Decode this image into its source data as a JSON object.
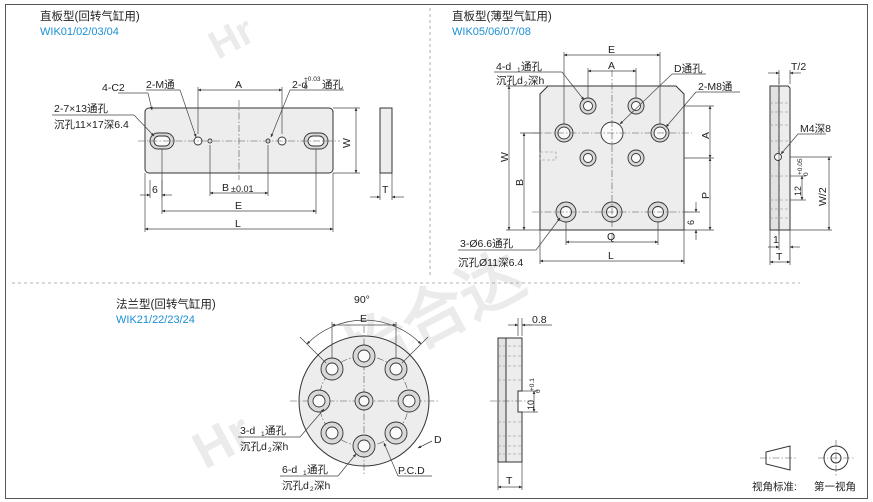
{
  "views": {
    "straight_rotary": {
      "title": "直板型(回转气缸用)",
      "codes": "WIK01/02/03/04",
      "labels": {
        "chamfer": "4-C2",
        "tap": "2-M通",
        "slot": "2-7×13通孔",
        "slot_cb": "沉孔11×17深6.4",
        "pin_hole": "2-d",
        "pin_hole_tail": "通孔",
        "tol_up": "+0.03",
        "tol_low": "0",
        "dim_a": "A",
        "dim_b": "B",
        "dim_b_tol": "±0.01",
        "dim_e": "E",
        "dim_l": "L",
        "dim_w": "W",
        "dim_t": "T",
        "dim_6": "6"
      }
    },
    "straight_thin": {
      "title": "直板型(薄型气缸用)",
      "codes": "WIK05/06/07/08",
      "labels": {
        "dim_e": "E",
        "dim_a": "A",
        "d_hole": "D通孔",
        "m8": "2-M8通",
        "d1": "4-d",
        "d1_sub": "1",
        "d1_tail": "通孔",
        "cb": "沉孔d",
        "cb_sub": "2",
        "cb_tail": "深h",
        "dim_w": "W",
        "dim_b": "B",
        "dim_p": "P",
        "dim_6": "6",
        "dim_q": "Q",
        "dim_l": "L",
        "h66": "3-Ø6.6通孔",
        "h66_cb": "沉孔Ø11深6.4",
        "t2": "T/2",
        "m4": "M4深8",
        "w2": "W/2",
        "slot12": "12",
        "slot_tol_up": "+0.05",
        "slot_tol_low": "0",
        "dim_1": "1",
        "dim_t": "T"
      }
    },
    "flange": {
      "title": "法兰型(回转气缸用)",
      "codes": "WIK21/22/23/24",
      "labels": {
        "angle": "90°",
        "dim_e": "E",
        "h3_a": "3-d",
        "h3_a_sub": "1",
        "h3_a_tail": "通孔",
        "h3_b": "沉孔d",
        "h3_b_sub": "2",
        "h3_b_tail": "深h",
        "h6_a": "6-d",
        "h6_a_sub": "1",
        "h6_a_tail": "通孔",
        "h6_b": "沉孔d",
        "h6_b_sub": "2",
        "h6_b_tail": "深h",
        "dim_d": "D",
        "pcd": "P.C.D",
        "dim_08": "0.8",
        "slot10": "10",
        "slot_tol_up": "+0.1",
        "slot_tol_low": "0",
        "dim_t": "T"
      }
    }
  },
  "projection": {
    "label": "视角标准:",
    "value": "第一视角"
  },
  "colors": {
    "code_blue": "#1b8fd6",
    "line": "#333333",
    "fill": "#ededed"
  }
}
